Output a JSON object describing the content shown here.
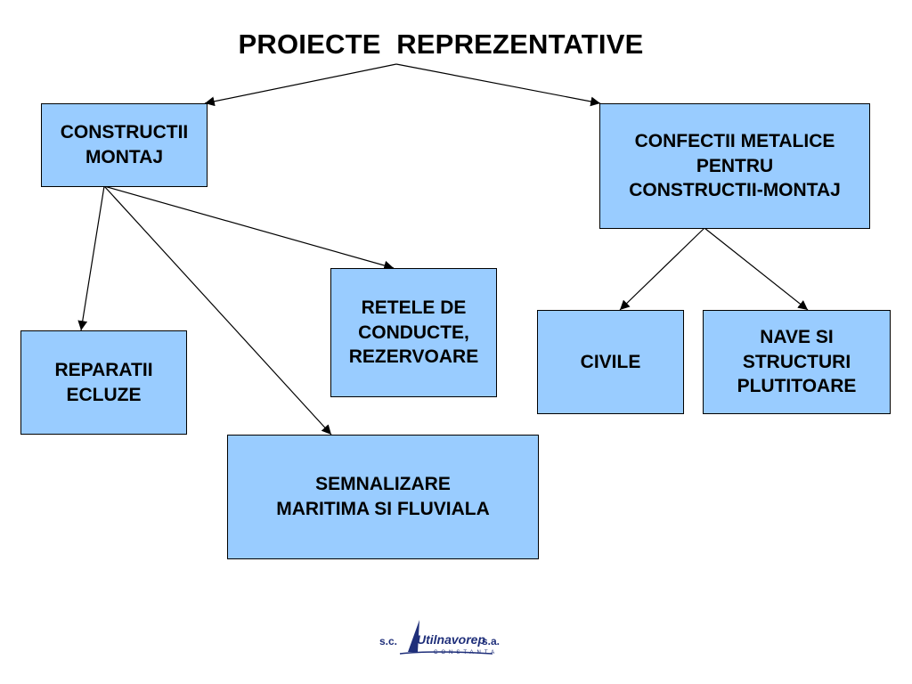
{
  "title": "PROIECTE  REPREZENTATIVE",
  "nodes": {
    "constructii": "CONSTRUCTII\nMONTAJ",
    "confectii": "CONFECTII METALICE\nPENTRU\nCONSTRUCTII-MONTAJ",
    "reparatii": "REPARATII\nECLUZE",
    "retele": "RETELE DE\nCONDUCTE,\nREZERVOARE",
    "semnalizare": "SEMNALIZARE\nMARITIMA SI FLUVIALA",
    "civile": "CIVILE",
    "nave": "NAVE SI\nSTRUCTURI\nPLUTITOARE"
  },
  "logo": {
    "prefix": "s.c.",
    "name": "Utilnavorep",
    "suffix": "s.a.",
    "city": "CONSTANTA"
  },
  "colors": {
    "box_fill": "#99ccff",
    "box_border": "#000000",
    "logo": "#1f2f7a"
  }
}
